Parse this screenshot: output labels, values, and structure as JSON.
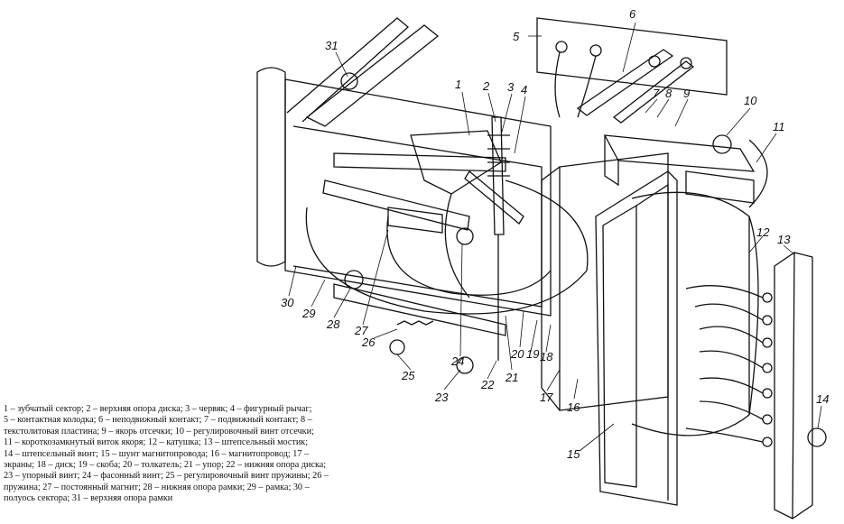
{
  "figure": {
    "labels": [
      {
        "id": "l31",
        "text": "31"
      },
      {
        "id": "l2",
        "text": "2"
      },
      {
        "id": "l1",
        "text": "1"
      },
      {
        "id": "l3",
        "text": "3"
      },
      {
        "id": "l4",
        "text": "4"
      },
      {
        "id": "l5",
        "text": "5"
      },
      {
        "id": "l6",
        "text": "6"
      },
      {
        "id": "l7",
        "text": "7"
      },
      {
        "id": "l8",
        "text": "8"
      },
      {
        "id": "l9",
        "text": "9"
      },
      {
        "id": "l10",
        "text": "10"
      },
      {
        "id": "l11",
        "text": "11"
      },
      {
        "id": "l12",
        "text": "12"
      },
      {
        "id": "l13",
        "text": "13"
      },
      {
        "id": "l14",
        "text": "14"
      },
      {
        "id": "l15",
        "text": "15"
      },
      {
        "id": "l16",
        "text": "16"
      },
      {
        "id": "l17",
        "text": "17"
      },
      {
        "id": "l18",
        "text": "18"
      },
      {
        "id": "l19",
        "text": "19"
      },
      {
        "id": "l20",
        "text": "20"
      },
      {
        "id": "l21",
        "text": "21"
      },
      {
        "id": "l22",
        "text": "22"
      },
      {
        "id": "l23",
        "text": "23"
      },
      {
        "id": "l24",
        "text": "24"
      },
      {
        "id": "l25",
        "text": "25"
      },
      {
        "id": "l26",
        "text": "26"
      },
      {
        "id": "l27",
        "text": "27"
      },
      {
        "id": "l28",
        "text": "28"
      },
      {
        "id": "l29",
        "text": "29"
      },
      {
        "id": "l30",
        "text": "30"
      }
    ]
  },
  "legend": {
    "lines": [
      "1 – зубчатый сектор; 2 – верхняя опора диска; 3 – червяк; 4 – фигурный рычаг;",
      "5 – контактная колодка; 6 – неподвижный контакт; 7 – подвижный контакт; 8 –",
      "текстолитовая пластина; 9 – якорь отсечки; 10 – регулировочный винт отсечки;",
      "11 – короткозамкнутый виток якоря; 12 – катушка; 13 – штепсельный мостик;",
      "14 – штепсельный винт; 15 – шунт магнитопровода; 16 – магнитопровод; 17 –",
      "экраны; 18 – диск; 19 – скоба; 20 – толкатель; 21 – упор; 22 – нижняя опора диска;",
      "23 – упорный винт; 24 – фасонный винт; 25 – регулировочный винт пружины; 26 –",
      "пружина; 27 – постоянный магнит; 28 – нижняя опора рамки; 29 – рамка; 30 –",
      "полуось сектора; 31 – верхняя опора рамки"
    ]
  }
}
